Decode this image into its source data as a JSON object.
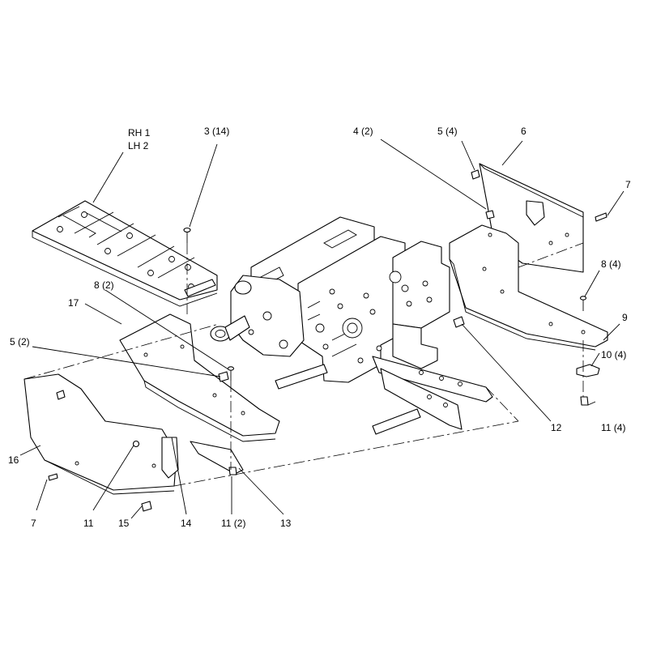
{
  "callouts": {
    "rh": "RH 1",
    "lh": "LH 2",
    "c3": "3 (14)",
    "c4": "4 (2)",
    "c5a": "5 (4)",
    "c6": "6",
    "c7a": "7",
    "c8a": "8 (4)",
    "c9": "9",
    "c10": "10 (4)",
    "c11a": "11 (4)",
    "c12": "12",
    "c8b": "8 (2)",
    "c17": "17",
    "c5b": "5 (2)",
    "c16": "16",
    "c7b": "7",
    "c11b": "11",
    "c15": "15",
    "c14": "14",
    "c11c": "11 (2)",
    "c13": "13"
  }
}
